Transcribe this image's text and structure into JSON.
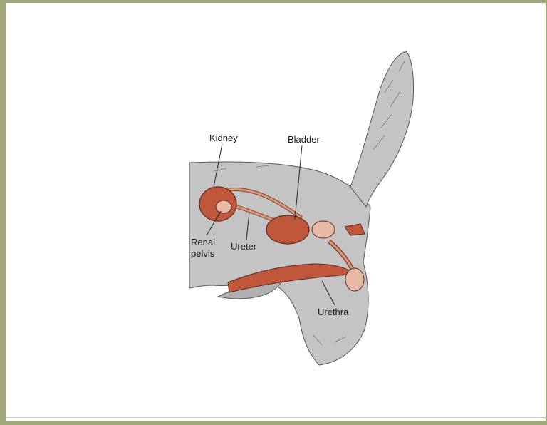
{
  "labels": {
    "kidney": "Kidney",
    "bladder": "Bladder",
    "renal": "Renal",
    "pelvis": "pelvis",
    "ureter": "Ureter",
    "urethra": "Urethra"
  },
  "colors": {
    "frame": "#a3a87a",
    "body_fill": "#c4c4c4",
    "organ_fill": "#c0573a",
    "duct_fill": "#d89a7e",
    "gland_fill": "#e8b9a4"
  }
}
